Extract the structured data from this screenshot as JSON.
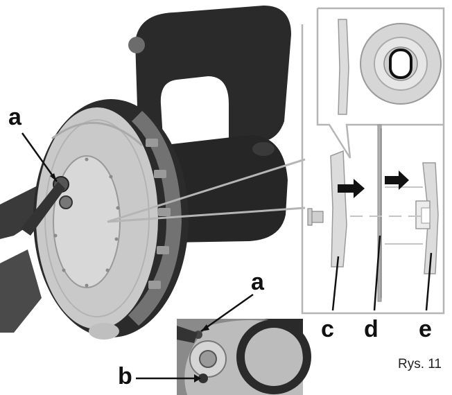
{
  "callouts": {
    "a_top": "a",
    "a_inset": "a",
    "b_inset": "b",
    "c": "c",
    "d": "d",
    "e": "e"
  },
  "caption": "Rys. 11",
  "colors": {
    "saw_body": "#2a2a2a",
    "blade_guard": "#c9c9c9",
    "diagram_lines": "#a8a8a8",
    "arrow": "#111111"
  }
}
